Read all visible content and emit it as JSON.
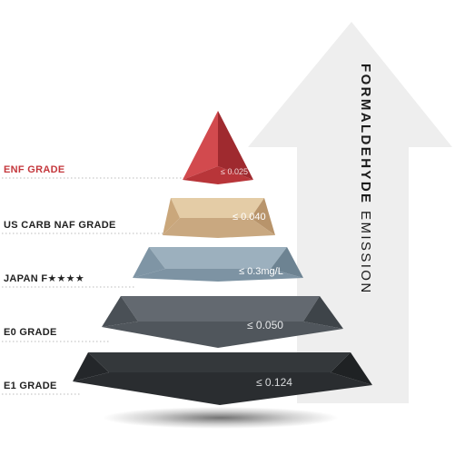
{
  "axis_title": {
    "strong": "FORMALDEHYDE",
    "light": "EMISSION"
  },
  "tiers": [
    {
      "label": "ENF GRADE",
      "value": "≤ 0.025",
      "color": "#c4373c",
      "label_color": "#c4373c"
    },
    {
      "label": "US CARB NAF GRADE",
      "value": "≤ 0.040",
      "color": "#d8bb91",
      "label_color": "#222222"
    },
    {
      "label": "JAPAN F★★★★",
      "value": "≤ 0.3mg/L",
      "color": "#8ea3b2",
      "label_color": "#222222"
    },
    {
      "label": "E0 GRADE",
      "value": "≤ 0.050",
      "color": "#555b61",
      "label_color": "#222222"
    },
    {
      "label": "E1 GRADE",
      "value": "≤ 0.124",
      "color": "#2b2e31",
      "label_color": "#222222"
    }
  ]
}
